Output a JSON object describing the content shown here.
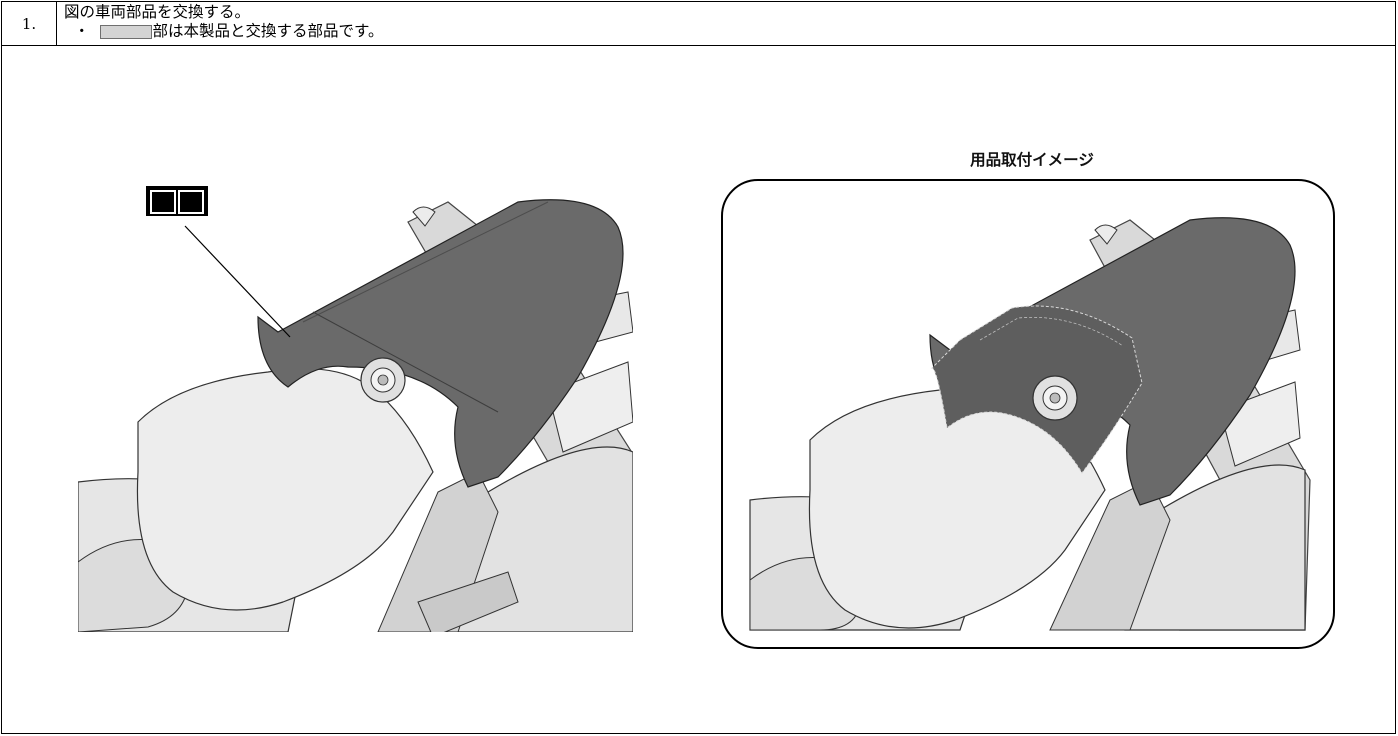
{
  "step": {
    "number": "1.",
    "instruction": "図の車両部品を交換する。",
    "note_bullet": "・",
    "note_text": "部は本製品と交換する部品です。"
  },
  "figure_right": {
    "caption": "用品取付イメージ"
  },
  "colors": {
    "seat_dark": "#6a6a6a",
    "body_light": "#e6e6e6",
    "highlight_swatch": "#d4d4d4",
    "border": "#000000"
  },
  "icons": {
    "manual": "open-book-icon"
  }
}
